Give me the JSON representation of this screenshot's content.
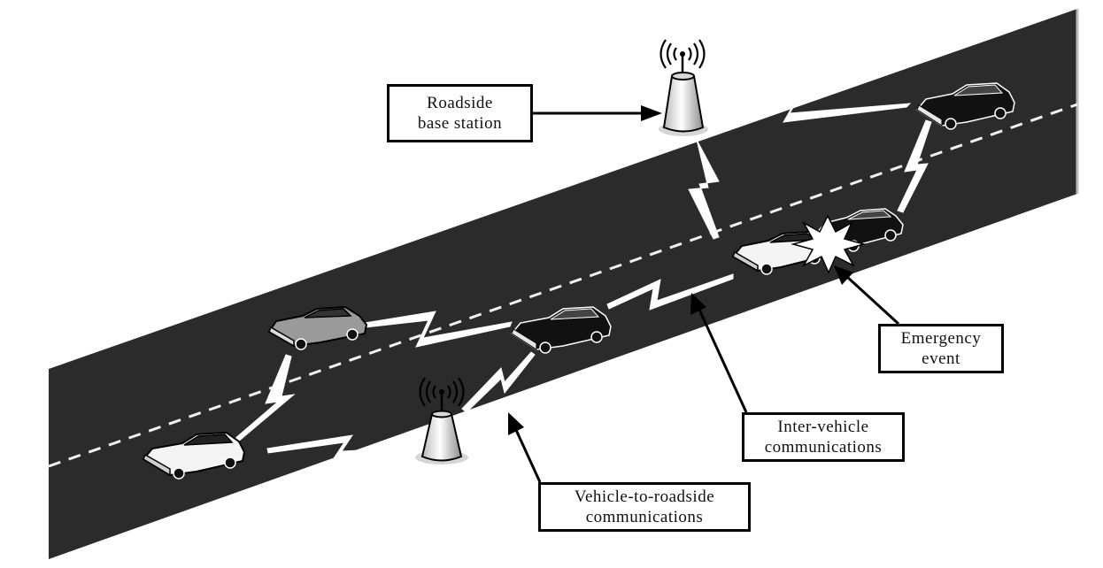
{
  "labels": {
    "roadside_base_station": {
      "line1": "Roadside",
      "line2": "base station"
    },
    "emergency_event": {
      "line1": "Emergency",
      "line2": "event"
    },
    "inter_vehicle": {
      "line1": "Inter-vehicle",
      "line2": "communications"
    },
    "vehicle_to_roadside": {
      "line1": "Vehicle-to-roadside",
      "line2": "communications"
    }
  },
  "icons": [
    "base-station-icon",
    "car-icon",
    "wireless-link-icon",
    "collision-burst-icon",
    "arrow-icon"
  ],
  "colors": {
    "road": "#2b2b2b",
    "lane_marking": "#f2f2f2",
    "car_white": "#f4f4f4",
    "car_grey": "#9a9a9a",
    "car_black": "#111111",
    "link": "#ffffff",
    "box_border": "#000000"
  }
}
